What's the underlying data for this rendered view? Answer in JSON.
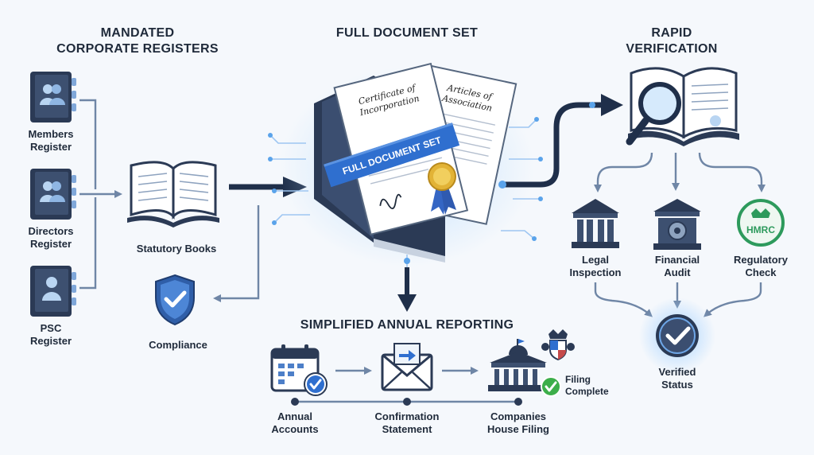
{
  "headings": {
    "registers": [
      "MANDATED",
      "CORPORATE REGISTERS"
    ],
    "document_set": "FULL DOCUMENT SET",
    "verification": [
      "RAPID",
      "VERIFICATION"
    ],
    "annual_reporting": "SIMPLIFIED ANNUAL REPORTING"
  },
  "registers": {
    "members": [
      "Members",
      "Register"
    ],
    "directors": [
      "Directors",
      "Register"
    ],
    "psc": [
      "PSC",
      "Register"
    ]
  },
  "statutory_books": "Statutory Books",
  "compliance": "Compliance",
  "document_set": {
    "certificate": [
      "Certificate of",
      "Incorporation"
    ],
    "articles": [
      "Articles of",
      "Association"
    ],
    "banner": "FULL DOCUMENT SET"
  },
  "verification": {
    "legal": [
      "Legal",
      "Inspection"
    ],
    "financial": [
      "Financial",
      "Audit"
    ],
    "regulatory": [
      "Regulatory",
      "Check"
    ],
    "hmrc_badge": "HMRC",
    "verified": [
      "Verified",
      "Status"
    ]
  },
  "annual": {
    "accounts": [
      "Annual",
      "Accounts"
    ],
    "confirmation": [
      "Confirmation",
      "Statement"
    ],
    "companies_house": [
      "Companies",
      "House Filing"
    ],
    "filing_complete": [
      "Filing",
      "Complete"
    ]
  },
  "colors": {
    "navy": "#2b3a55",
    "accent_blue": "#2f6fcf",
    "light_blue": "#5aa3ea",
    "green": "#3cae4a",
    "gold": "#e2b336"
  }
}
